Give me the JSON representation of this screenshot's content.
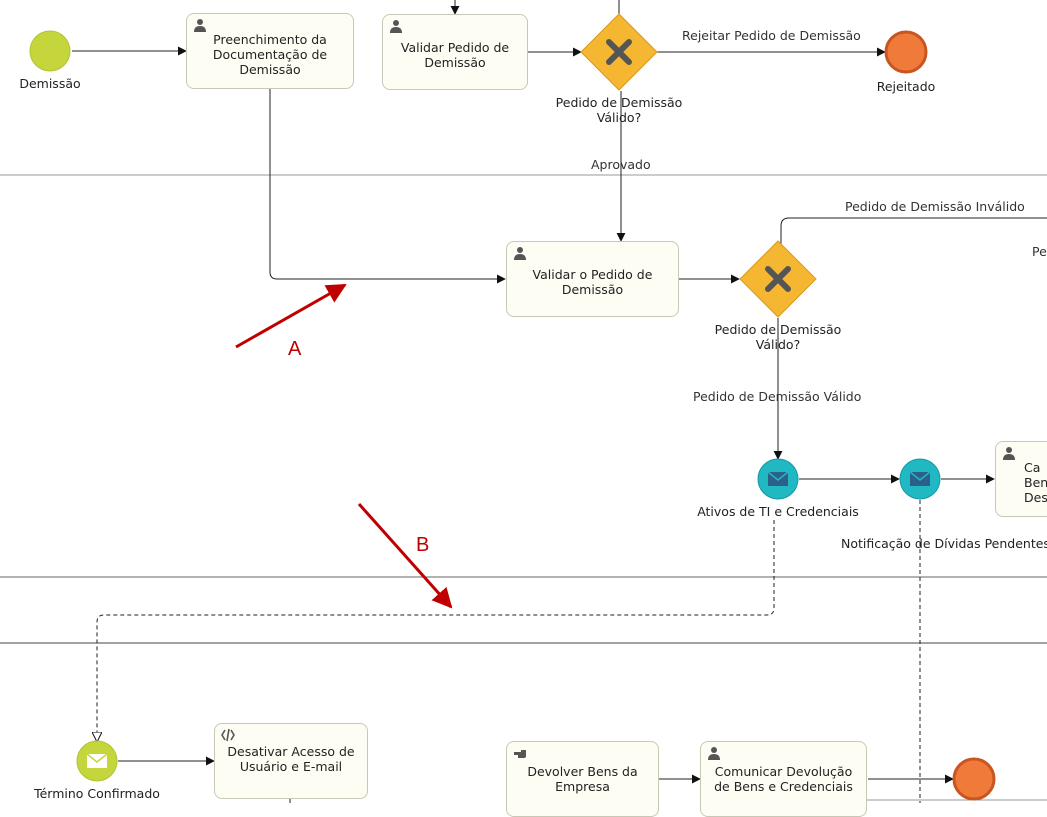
{
  "events": {
    "start_demissao": "Demissão",
    "end_rejeitado": "Rejeitado",
    "ativos_ti": "Ativos de TI e Credenciais",
    "notificacao_dividas": "Notificação de Dívidas Pendentes",
    "termino_confirmado": "Término Confirmado"
  },
  "tasks": {
    "preenchimento": [
      "Preenchimento da",
      "Documentação de",
      "Demissão"
    ],
    "validar_pedido": [
      "Validar Pedido de",
      "Demissão"
    ],
    "validar_o_pedido": [
      "Validar o Pedido de",
      "Demissão"
    ],
    "desativar_acesso": [
      "Desativar Acesso de",
      "Usuário e E-mail"
    ],
    "devolver_bens": [
      "Devolver Bens da",
      "Empresa"
    ],
    "comunicar_devolucao": [
      "Comunicar Devolução",
      "de Bens e Credenciais"
    ],
    "partial_right": [
      "Ca",
      "Bene",
      "Des"
    ]
  },
  "gateways": {
    "gateway_1": [
      "Pedido de Demissão",
      "Válido?"
    ],
    "gateway_2": [
      "Pedido de Demissão",
      "Válido?"
    ]
  },
  "flows": {
    "rejeitar": "Rejeitar Pedido de Demissão",
    "aprovado": "Aprovado",
    "invalido": "Pedido de Demissão Inválido",
    "valido": "Pedido de Demissão Válido",
    "partial_pe": "Pe"
  },
  "annotations": {
    "a": "A",
    "b": "B"
  },
  "colors": {
    "start": "#c5d53c",
    "end": "#f07a3a",
    "gateway": "#f5b731",
    "message": "#20b9c3",
    "arrow": "#c00000"
  }
}
